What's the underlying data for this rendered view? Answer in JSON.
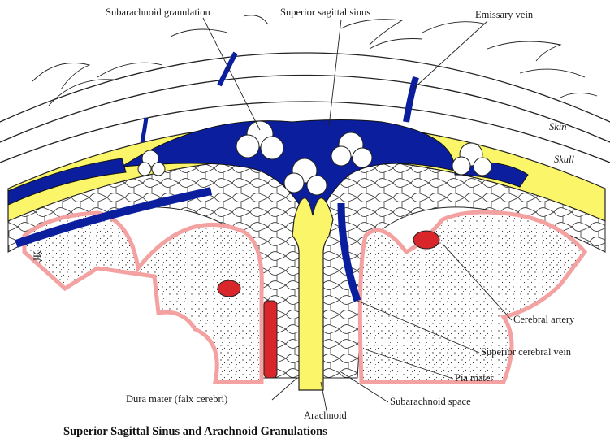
{
  "caption": "Superior Sagittal Sinus and Arachnoid Granulations",
  "labels": {
    "subarachnoid_granulation": "Subarachnoid granulation",
    "superior_sagittal_sinus": "Superior sagittal sinus",
    "emissary_vein": "Emissary vein",
    "skin": "Skin",
    "skull": "Skull",
    "cerebral_artery": "Cerebral artery",
    "superior_cerebral_vein": "Superior cerebral vein",
    "pia_mater": "Pia mater",
    "subarachnoid_space": "Subarachnoid space",
    "arachnoid": "Arachnoid",
    "dura_mater": "Dura mater (falx cerebri)"
  },
  "signature": "JK",
  "colors": {
    "vein_blue": "#0b1f9e",
    "dura_yellow": "#fbf56a",
    "artery_red": "#d8262a",
    "pia_pink": "#f4a1a1",
    "line": "#1a1a1a"
  }
}
